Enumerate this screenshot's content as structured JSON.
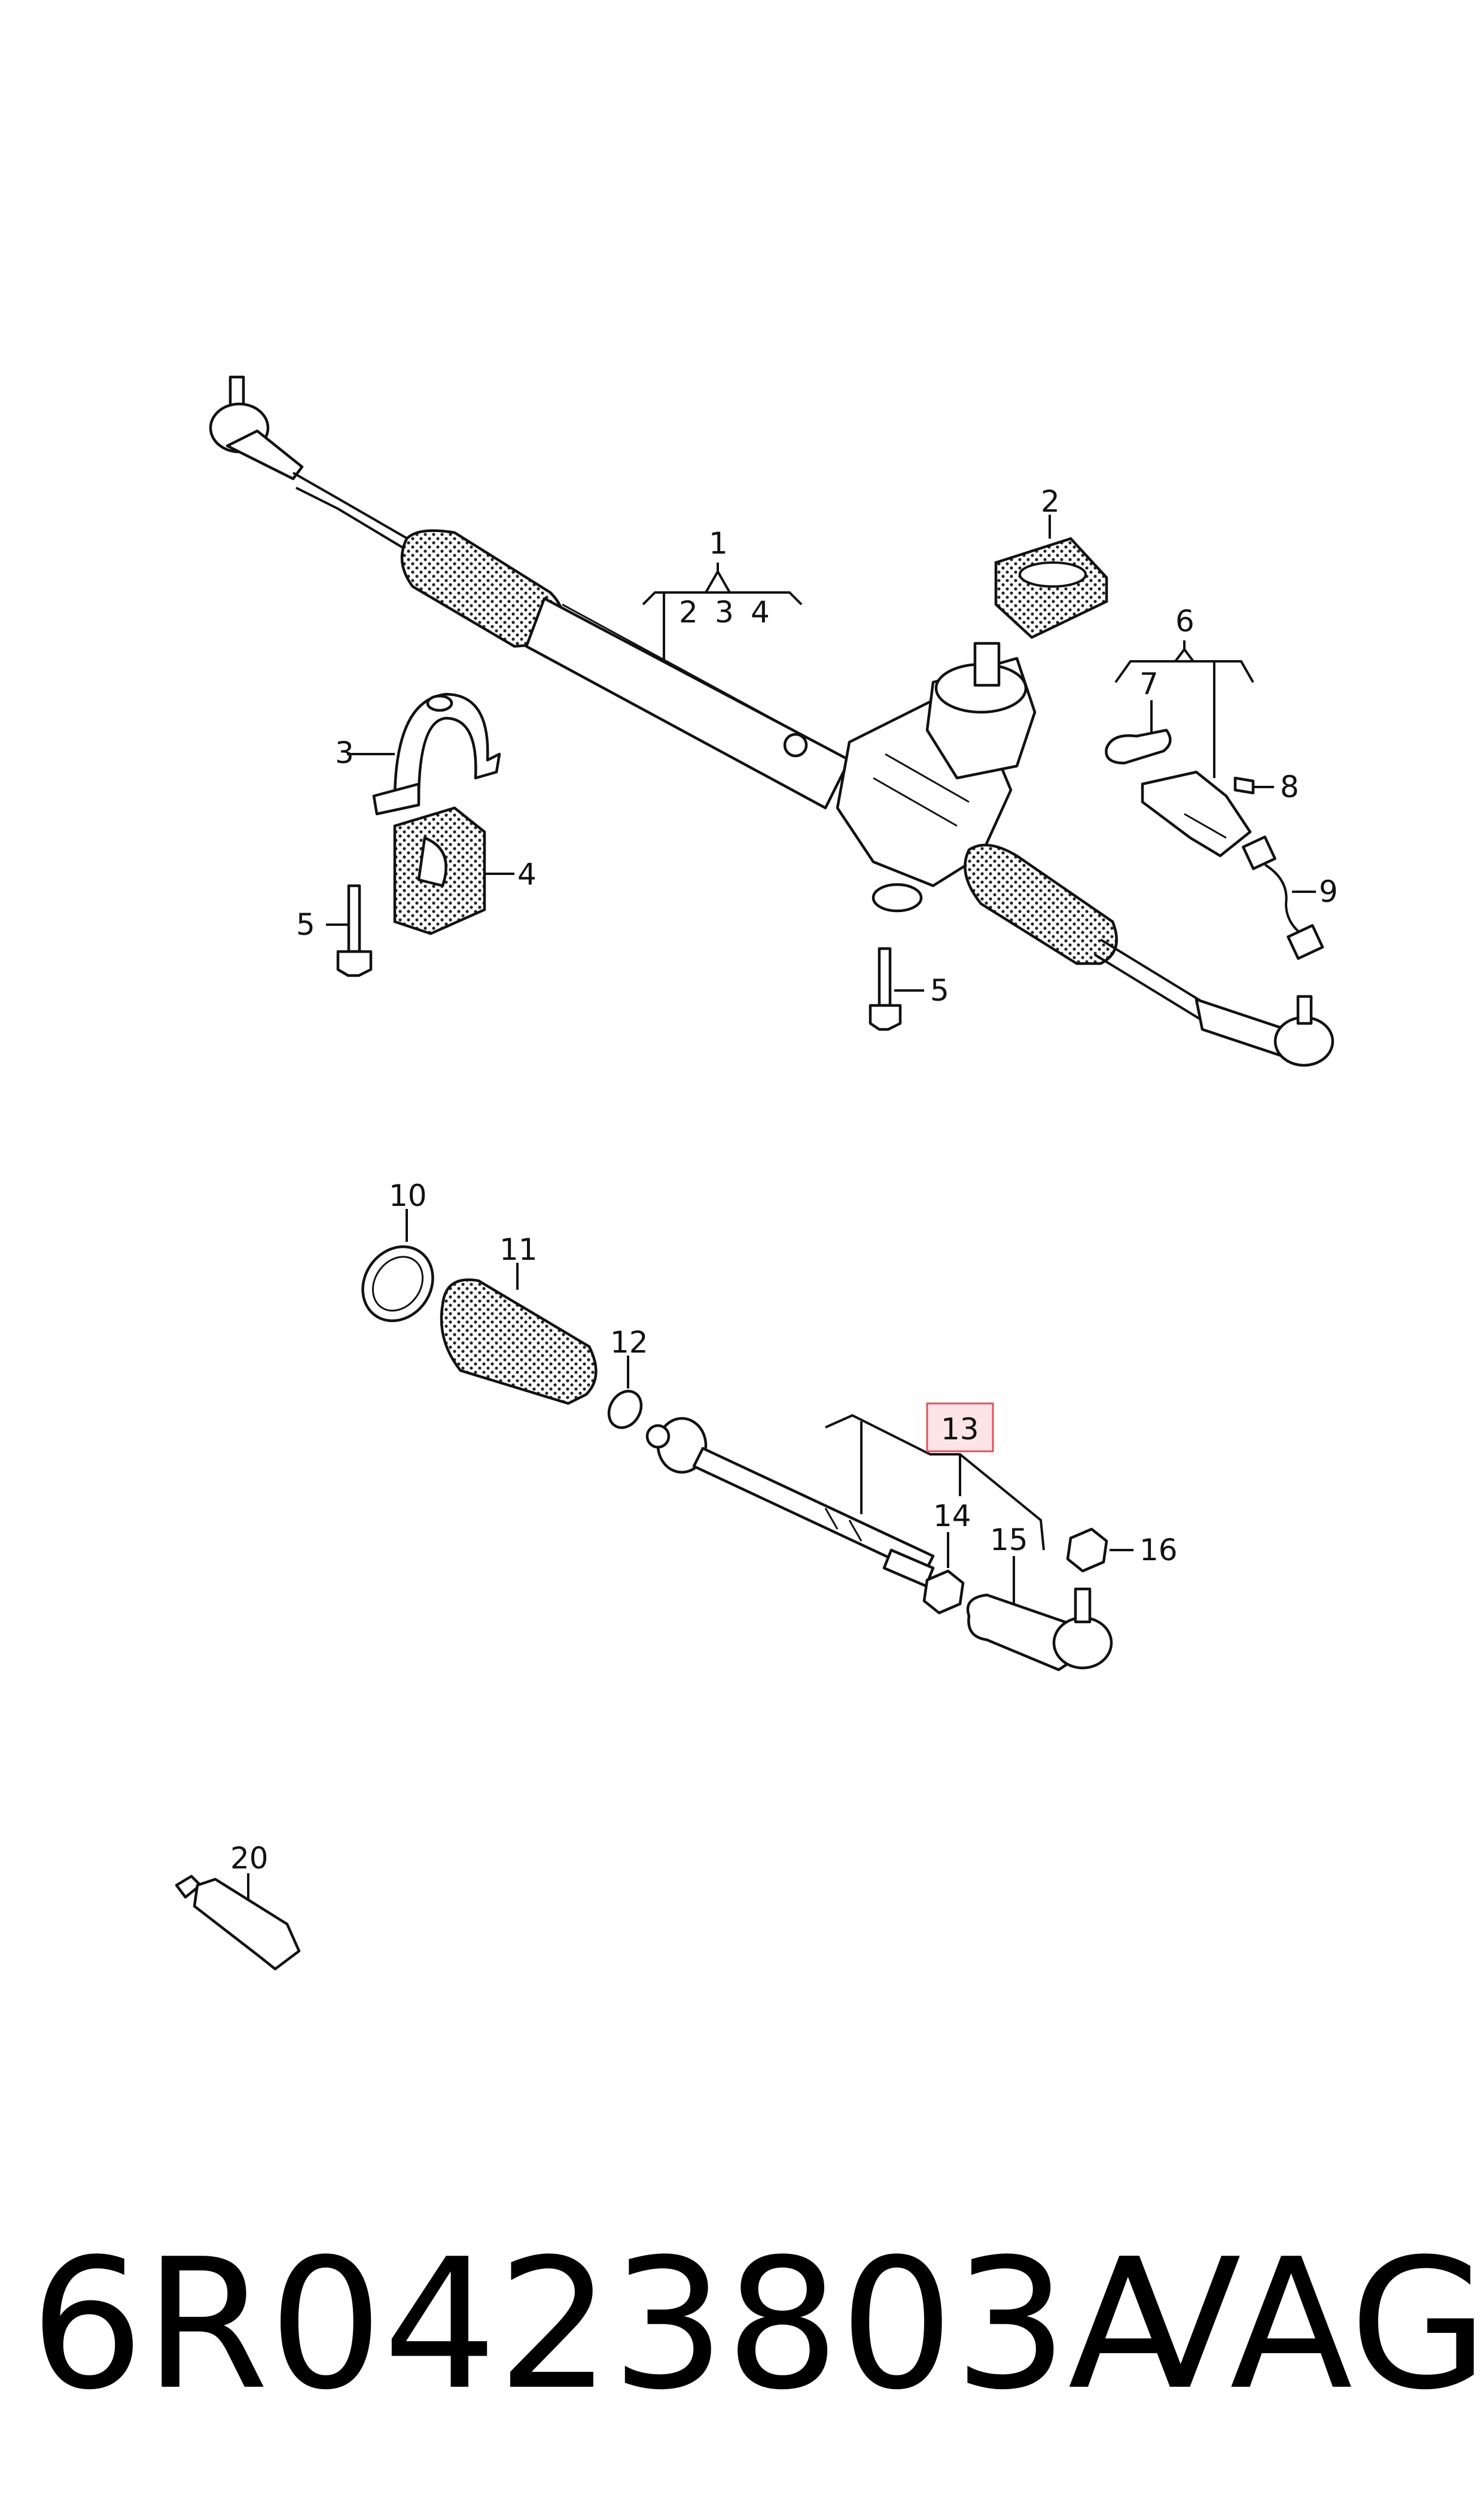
{
  "callouts": {
    "c1": "1",
    "c1_sub2": "2",
    "c1_sub3": "3",
    "c1_sub4": "4",
    "c2": "2",
    "c3": "3",
    "c4": "4",
    "c5a": "5",
    "c5b": "5",
    "c6": "6",
    "c7": "7",
    "c8": "8",
    "c9": "9",
    "c10": "10",
    "c11": "11",
    "c12": "12",
    "c13": "13",
    "c14": "14",
    "c15": "15",
    "c16": "16",
    "c20": "20"
  },
  "highlight_color": "#e0525a",
  "highlight_fill": "#fde4e6",
  "footer": {
    "part_number": "6R0423803A",
    "brand": "VAG"
  }
}
